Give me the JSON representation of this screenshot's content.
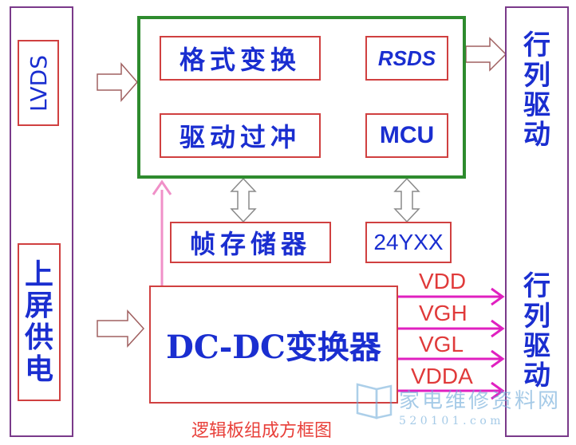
{
  "left_rail": {
    "lvds": "LVDS",
    "power_chars": [
      "上",
      "屏",
      "供",
      "电"
    ]
  },
  "right_rail": {
    "top_chars": [
      "行",
      "列",
      "驱",
      "动"
    ],
    "bottom_chars": [
      "行",
      "列",
      "驱",
      "动"
    ]
  },
  "blocks": {
    "format_convert": "格式变换",
    "rsds": "RSDS",
    "drive_overshoot": "驱动过冲",
    "mcu": "MCU",
    "frame_memory": "帧存储器",
    "eeprom": "24YXX",
    "dcdc": "DC-DC变换器"
  },
  "outputs": [
    "VDD",
    "VGH",
    "VGL",
    "VDDA"
  ],
  "caption": "逻辑板组成方框图",
  "watermark": {
    "text": "家电维修资料网",
    "url": "5 2 0 1 0 1 . c o m"
  },
  "colors": {
    "rail_border": "#7a3a8a",
    "box_border": "#d04040",
    "tcon_border": "#2e8b2e",
    "text_blue": "#1a2ed0",
    "output_arrow": "#e020c0",
    "pink_arrow": "#f090c8",
    "caption": "#e8403a"
  }
}
